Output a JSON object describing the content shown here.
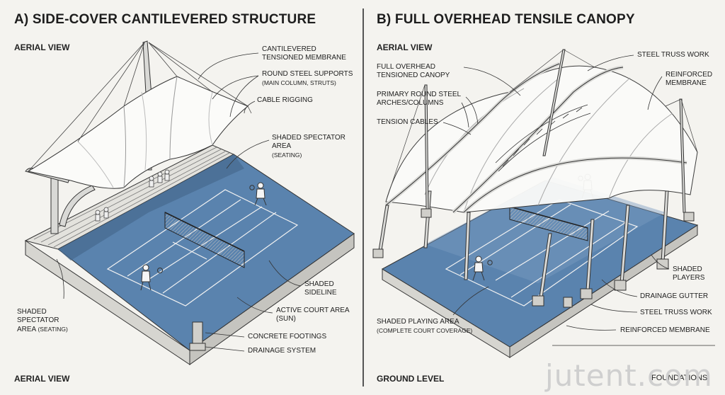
{
  "panel_a": {
    "title": "A) SIDE-COVER CANTILEVERED STRUCTURE",
    "view_top": "AERIAL VIEW",
    "view_bottom": "AERIAL VIEW",
    "labels": {
      "membrane": [
        "CANTILEVERED",
        "TENSIONED MEMBRANE"
      ],
      "supports": [
        "ROUND STEEL SUPPORTS",
        "(MAIN COLUMN, STRUTS)"
      ],
      "cable": "CABLE RIGGING",
      "spectator_right": [
        "SHADED SPECTATOR",
        "AREA",
        "(SEATING)"
      ],
      "spectator_left": [
        "SHADED",
        "SPECTATOR",
        "AREA",
        "(SEATING)"
      ],
      "sideline": [
        "SHADED",
        "SIDELINE"
      ],
      "active": [
        "ACTIVE COURT AREA",
        "(SUN)"
      ],
      "footings": "CONCRETE FOOTINGS",
      "drainage": "DRAINAGE SYSTEM"
    }
  },
  "panel_b": {
    "title": "B) FULL OVERHEAD TENSILE CANOPY",
    "view_top": "AERIAL VIEW",
    "view_bottom": "GROUND LEVEL",
    "labels": {
      "canopy": [
        "FULL OVERHEAD",
        "TENSIONED CANOPY"
      ],
      "arches": [
        "PRIMARY ROUND STEEL",
        "ARCHES/COLUMNS"
      ],
      "tension": "TENSION CABLES",
      "truss_top": "STEEL TRUSS WORK",
      "reinforced_top": [
        "REINFORCED",
        "MEMBRANE"
      ],
      "players": [
        "SHADED",
        "PLAYERS"
      ],
      "gutter": "DRAINAGE GUTTER",
      "truss_bottom": "STEEL TRUSS WORK",
      "reinforced_bottom": "REINFORCED MEMBRANE",
      "playing_area": [
        "SHADED PLAYING AREA",
        "(COMPLETE COURT COVERAGE)"
      ],
      "foundations": "FOUNDATIONS"
    }
  },
  "watermark": "jutent.com",
  "colors": {
    "court": "#5a83ae",
    "court_shade": "#46698f",
    "membrane": "#fbfbf9",
    "steel": "#d9d9d6",
    "ink": "#222222",
    "background": "#f4f3ef"
  }
}
